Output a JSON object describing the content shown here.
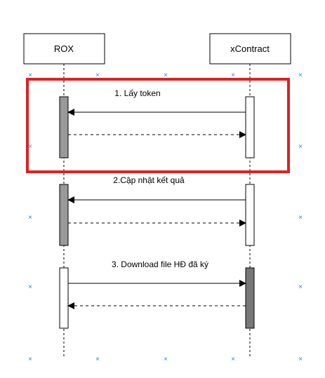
{
  "participants": {
    "left": {
      "label": "ROX"
    },
    "right": {
      "label": "xContract"
    }
  },
  "messages": [
    {
      "label": "1. Lấy token"
    },
    {
      "label": "2.Cập nhật kết quả"
    },
    {
      "label": "3. Download file HĐ đã ký"
    }
  ],
  "colors": {
    "highlight": "#e02020",
    "activation_dark": "#999999",
    "activation_darker": "#777777",
    "guide_marker": "#1e88e5",
    "line": "#000000"
  }
}
